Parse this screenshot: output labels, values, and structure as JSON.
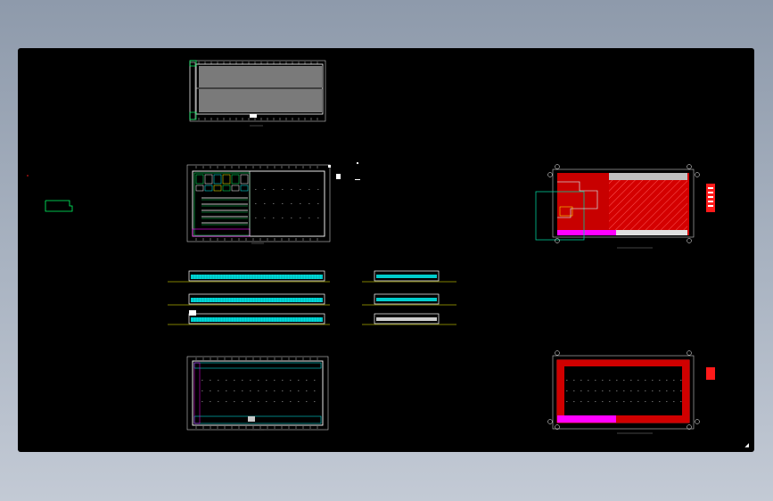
{
  "canvas": {
    "background": "#000000"
  },
  "palette": {
    "wall": "#ffffff",
    "grid": "#c8c8c8",
    "cyan": "#00ffff",
    "green": "#00ff66",
    "yellow": "#ffff00",
    "red": "#ff1a1a",
    "darkred": "#b30000",
    "magenta": "#ff00ff",
    "gray": "#808080",
    "teal": "#00c896"
  },
  "sheets": [
    {
      "id": "roof-plan",
      "type": "plan-gray"
    },
    {
      "id": "ground-floor-plan",
      "type": "plan-detailed"
    },
    {
      "id": "elevation-south",
      "type": "elevation-long"
    },
    {
      "id": "elevation-north",
      "type": "elevation-long"
    },
    {
      "id": "section-long",
      "type": "elevation-long"
    },
    {
      "id": "elevation-east",
      "type": "elevation-short"
    },
    {
      "id": "elevation-west",
      "type": "elevation-short"
    },
    {
      "id": "section-short",
      "type": "elevation-short"
    },
    {
      "id": "second-floor-plan",
      "type": "plan-outline"
    },
    {
      "id": "fire-zone-plan",
      "type": "plan-red-hatch"
    },
    {
      "id": "fire-zone-plan-2",
      "type": "plan-red-outline"
    }
  ],
  "ucs_icon": "ucs-icon"
}
